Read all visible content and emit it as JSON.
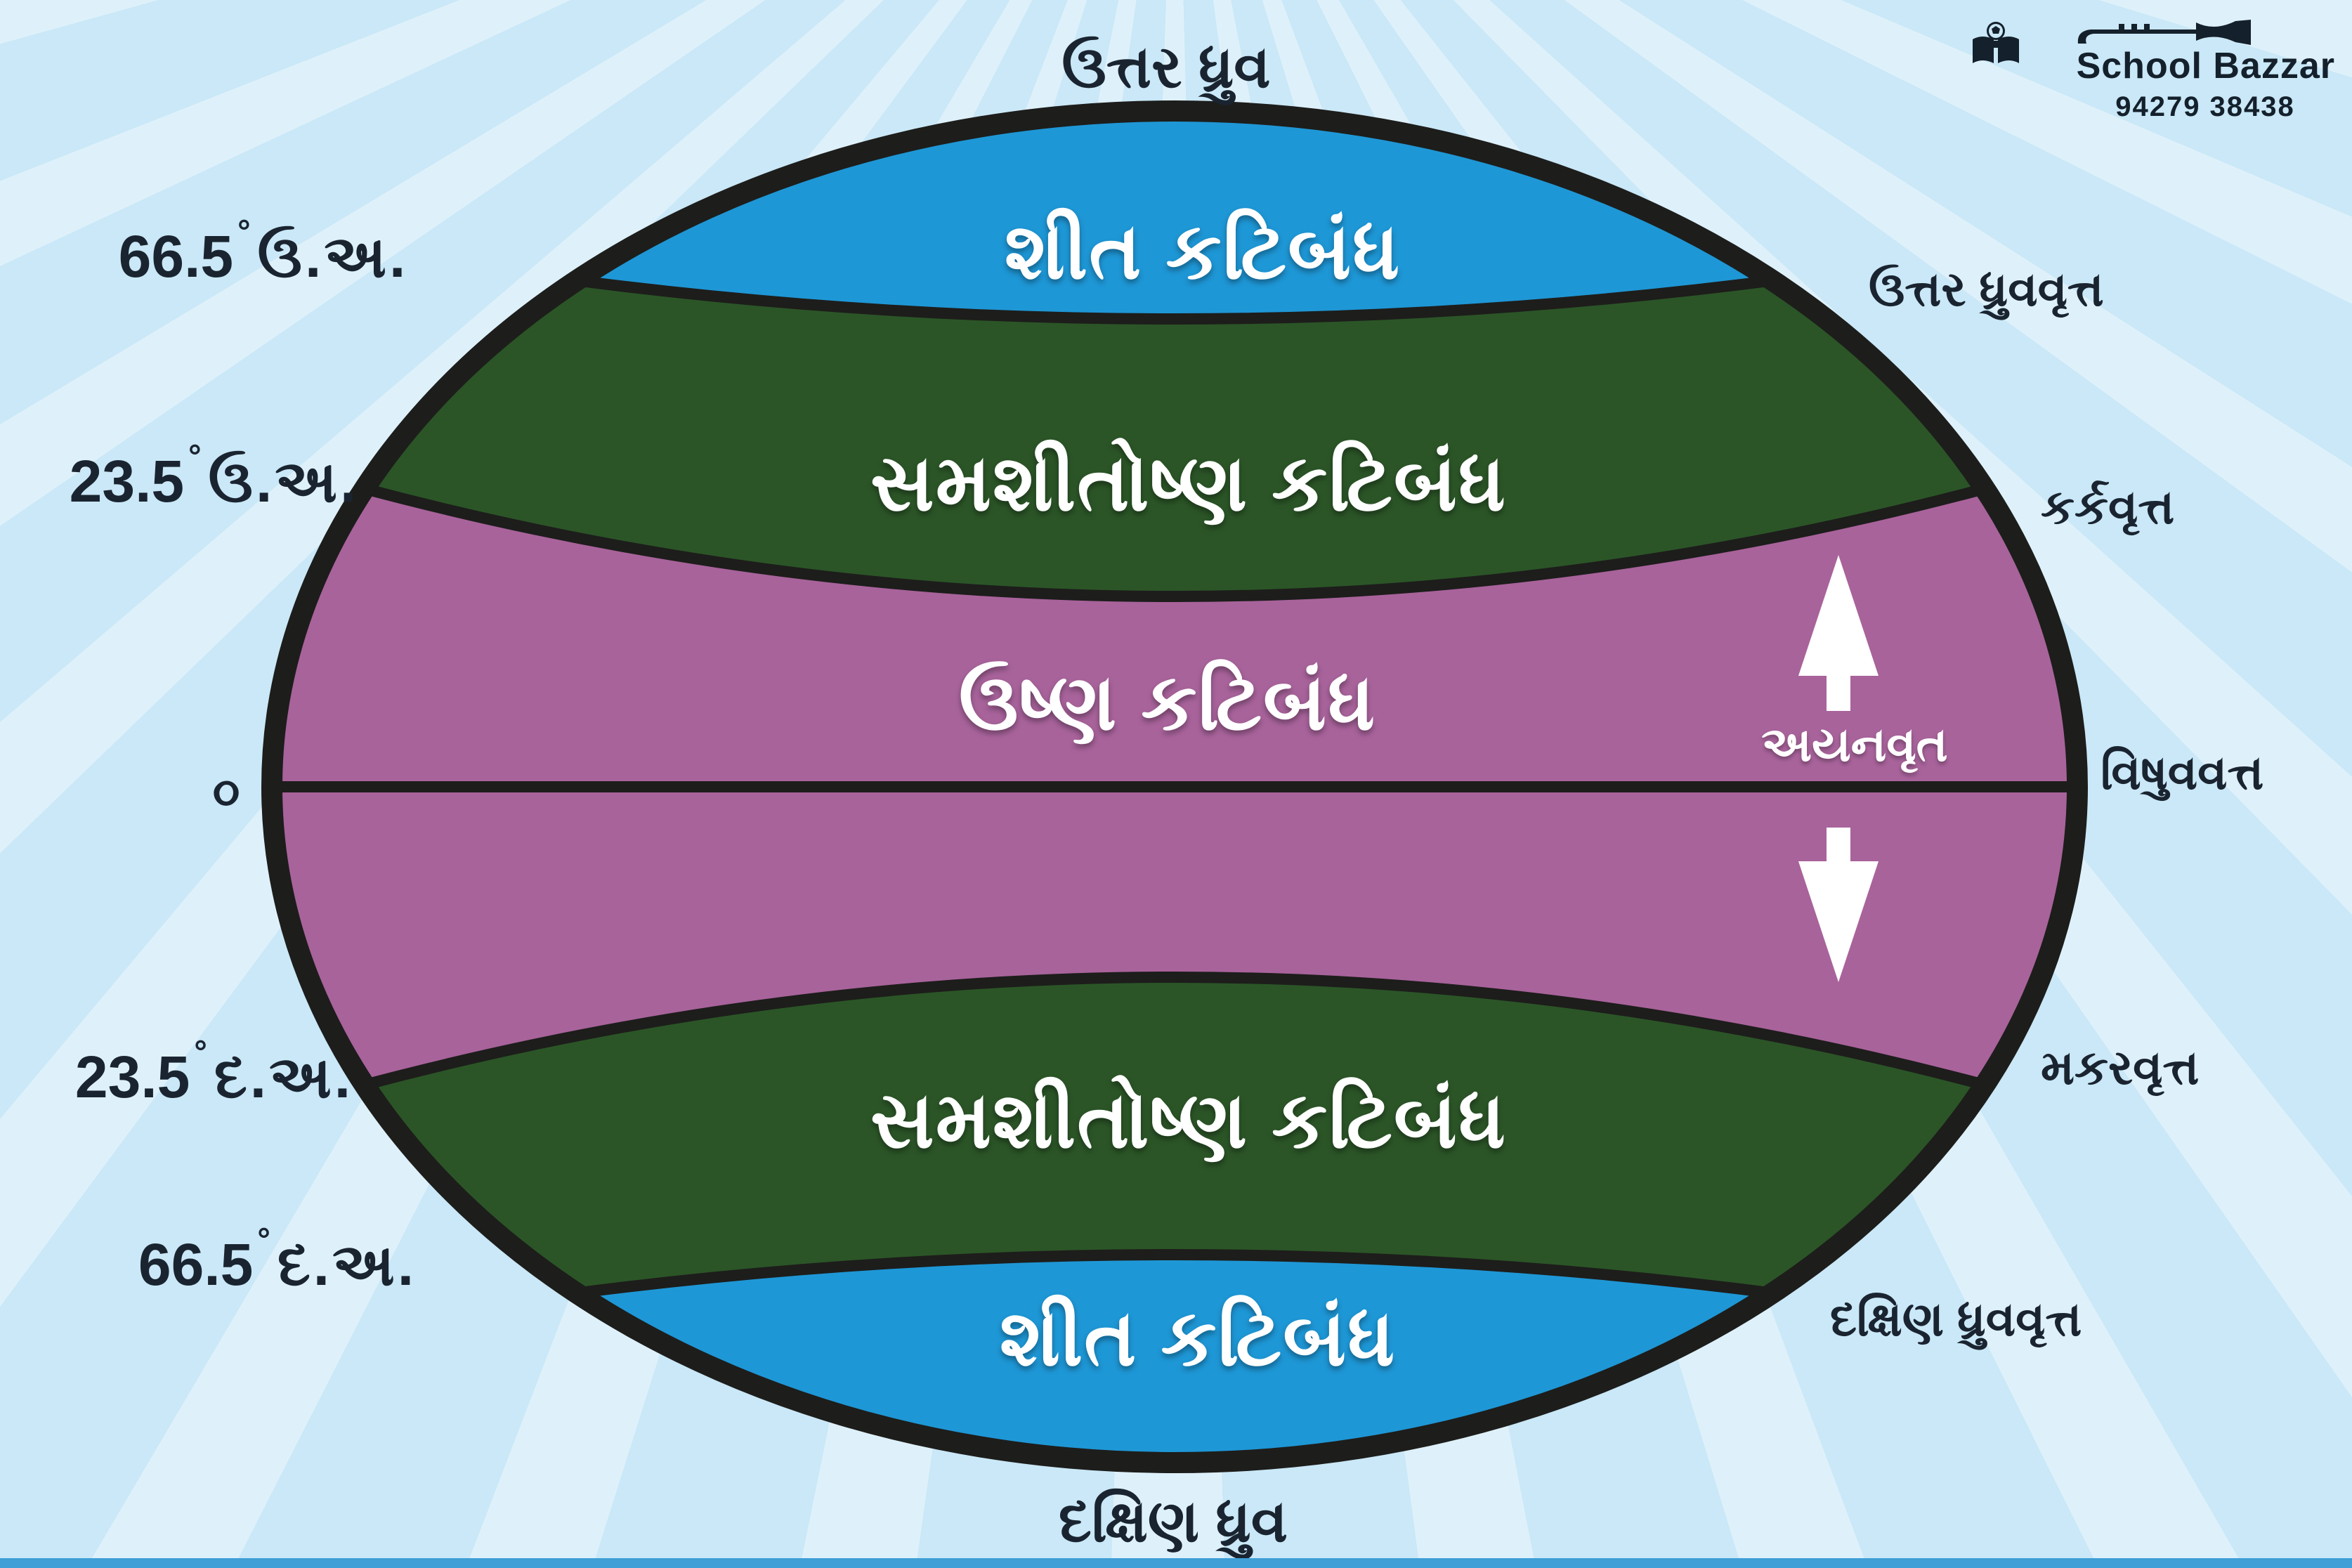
{
  "poles": {
    "north": "ઉત્તર ધ્રુવ",
    "south": "દક્ષિણ ધ્રુવ"
  },
  "zones": {
    "frigid": "શીત કટિબંધ",
    "temperate": "સમશીતોષ્ણ કટિબંધ",
    "torrid": "ઉષ્ણ કટિબંધ"
  },
  "latitudes_left": [
    {
      "value": "66.5",
      "unit": "°",
      "dir": "ઉ.અ."
    },
    {
      "value": "23.5",
      "unit": "°",
      "dir": "ઉ.અ."
    },
    {
      "value": "23.5",
      "unit": "°",
      "dir": "દ.અ."
    },
    {
      "value": "66.5",
      "unit": "°",
      "dir": "દ.અ."
    }
  ],
  "equator_mark": "૦",
  "circles_right": [
    "ઉત્તર ધ્રુવવૃત્ત",
    "કર્કવૃત્ત",
    "વિષુવવત્ત",
    "મકરવૃત્ત",
    "દક્ષિણ ધ્રુવવૃત્ત"
  ],
  "solstice_label": "અયનવૃત",
  "branding": {
    "name": "School Bazzar",
    "phone": "94279 38438"
  },
  "colors": {
    "frigid": "#1e97d6",
    "temperate": "#2b5527",
    "torrid": "#a8639b",
    "outline": "#1d1d1b",
    "background": "#cae8f7",
    "label_dark": "#1a2430",
    "arrow_white": "#ffffff"
  }
}
